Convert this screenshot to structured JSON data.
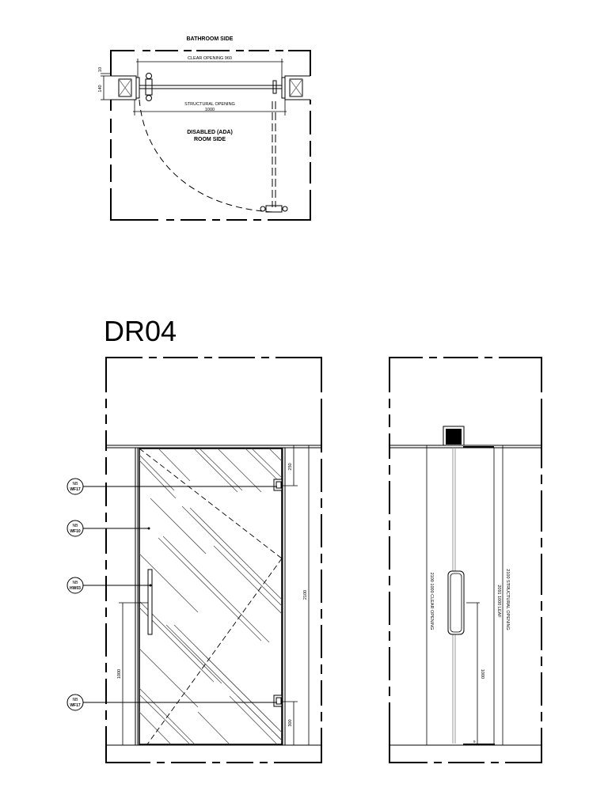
{
  "drawing": {
    "title": "DR04",
    "plan": {
      "top_label": "BATHROOM SIDE",
      "bottom_label_line1": "DISABLED (ADA)",
      "bottom_label_line2": "ROOM SIDE",
      "clear_opening_label": "CLEAR OPENING 960",
      "structural_opening_label": "STRUCTURAL OPENING",
      "structural_opening_value": "1000",
      "dim_10": "10",
      "dim_140": "140"
    },
    "front_elevation": {
      "tags": [
        {
          "line1": "NB",
          "line2": "WF17"
        },
        {
          "line1": "NB",
          "line2": "WF10"
        },
        {
          "line1": "NB",
          "line2": "HW03"
        },
        {
          "line1": "NB",
          "line2": "WF17"
        }
      ],
      "dim_top_hinge": "250",
      "dim_height": "2100",
      "dim_bottom_hinge": "300",
      "dim_handle_height": "1000"
    },
    "side_elevation": {
      "dim_clear_opening": "2100 1000 CLEAR OPENING",
      "dim_structural_opening": "2100 STRUCTURAL OPENING",
      "dim_leaf": "2091 1000 LEAF",
      "dim_handle_height": "1000",
      "dim_gap": "9"
    }
  },
  "colors": {
    "line": "#000000",
    "hatch": "#444444",
    "light_line": "#999999",
    "background": "#ffffff"
  }
}
